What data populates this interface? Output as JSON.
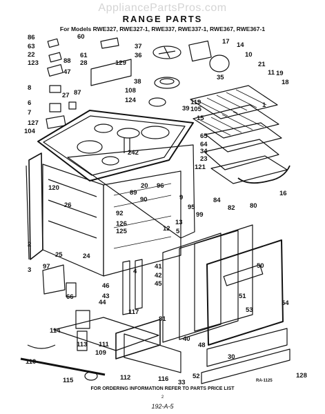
{
  "watermark": "AppliancePartsPros.com",
  "title": "RANGE PARTS",
  "subtitle": "For Models RWE327, RWE327-1, RWE337, RWE337-1, RWE367, RWE367-1",
  "footer_note": "FOR ORDERING INFORMATION REFER TO PARTS PRICE LIST",
  "page_number": "2",
  "handwritten_note": "192-A-5",
  "diagram_ref": "RA-1125",
  "part_labels": [
    "86",
    "60",
    "37",
    "17",
    "14",
    "63",
    "36",
    "22",
    "61",
    "10",
    "123",
    "28",
    "129",
    "21",
    "88",
    "11",
    "47",
    "19",
    "18",
    "35",
    "87",
    "8",
    "38",
    "27",
    "108",
    "124",
    "119",
    "105",
    "6",
    "7",
    "15",
    "127",
    "104",
    "65",
    "64",
    "34",
    "23",
    "121",
    "242",
    "120",
    "20",
    "96",
    "26",
    "89",
    "9",
    "90",
    "84",
    "95",
    "82",
    "80",
    "99",
    "92",
    "13",
    "126",
    "125",
    "5",
    "2",
    "97",
    "50",
    "3",
    "41",
    "42",
    "4",
    "45",
    "51",
    "46",
    "43",
    "66",
    "44",
    "117",
    "53",
    "54",
    "114",
    "113",
    "111",
    "81",
    "40",
    "48",
    "109",
    "110",
    "112",
    "116",
    "33",
    "52",
    "115",
    "128",
    "1",
    "16",
    "12",
    "39",
    "24",
    "25",
    "30"
  ],
  "colors": {
    "ink": "#111111",
    "paper": "#ffffff",
    "watermark": "#d4d4d4"
  }
}
